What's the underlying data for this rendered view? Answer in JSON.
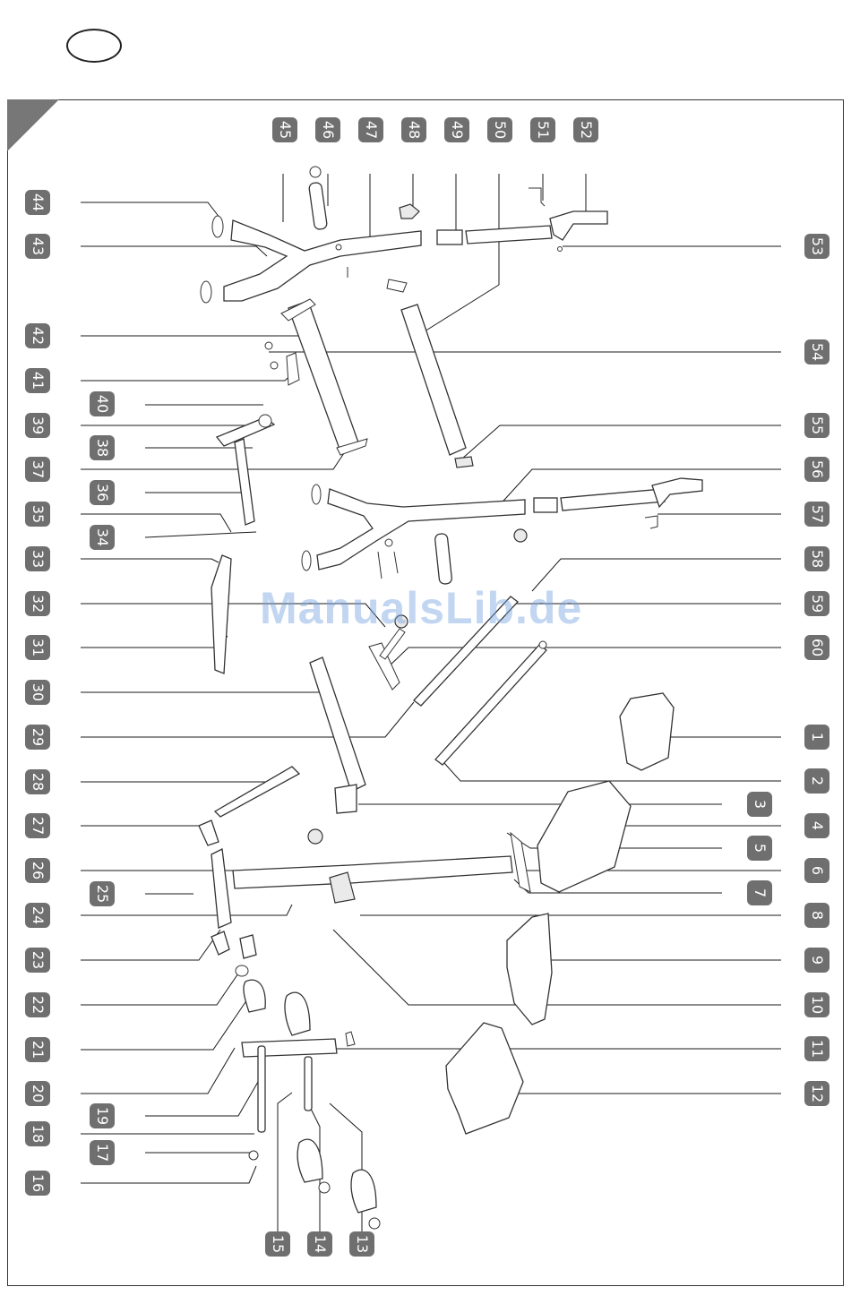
{
  "watermark": "ManualsLib.de",
  "callouts": {
    "top": [
      "45",
      "46",
      "47",
      "48",
      "49",
      "50",
      "51",
      "52"
    ],
    "left": [
      "44",
      "43",
      "42",
      "41",
      "40",
      "39",
      "38",
      "37",
      "36",
      "35",
      "34",
      "33",
      "32",
      "31",
      "30",
      "29",
      "28",
      "27",
      "26",
      "25",
      "24",
      "23",
      "22",
      "21",
      "20",
      "19",
      "18",
      "17",
      "16"
    ],
    "right": [
      "53",
      "54",
      "55",
      "56",
      "57",
      "58",
      "59",
      "60",
      "1",
      "2",
      "3",
      "4",
      "5",
      "6",
      "7",
      "8",
      "9",
      "10",
      "11",
      "12"
    ],
    "bottom": [
      "15",
      "14",
      "13"
    ]
  }
}
